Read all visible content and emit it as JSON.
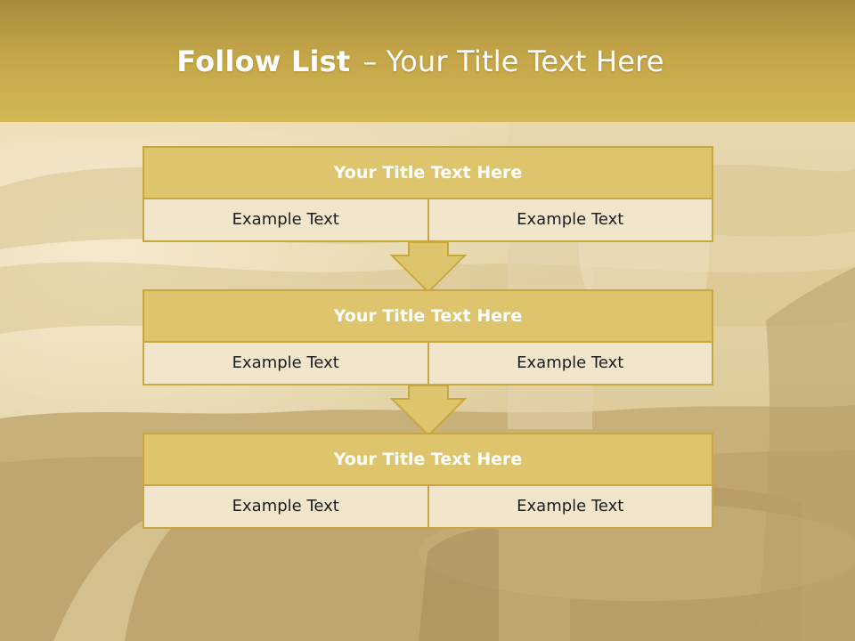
{
  "header": {
    "title_bold": "Follow List",
    "title_dash": "–",
    "title_rest": "Your Title Text Here"
  },
  "steps": [
    {
      "title": "Your Title Text Here",
      "left": "Example Text",
      "right": "Example Text"
    },
    {
      "title": "Your Title Text Here",
      "left": "Example Text",
      "right": "Example Text"
    },
    {
      "title": "Your Title Text Here",
      "left": "Example Text",
      "right": "Example Text"
    }
  ],
  "colors": {
    "header": "#c4a548",
    "box_title": "#dec46c",
    "box_cell": "#f1e6cc",
    "border": "#c9a73f"
  }
}
